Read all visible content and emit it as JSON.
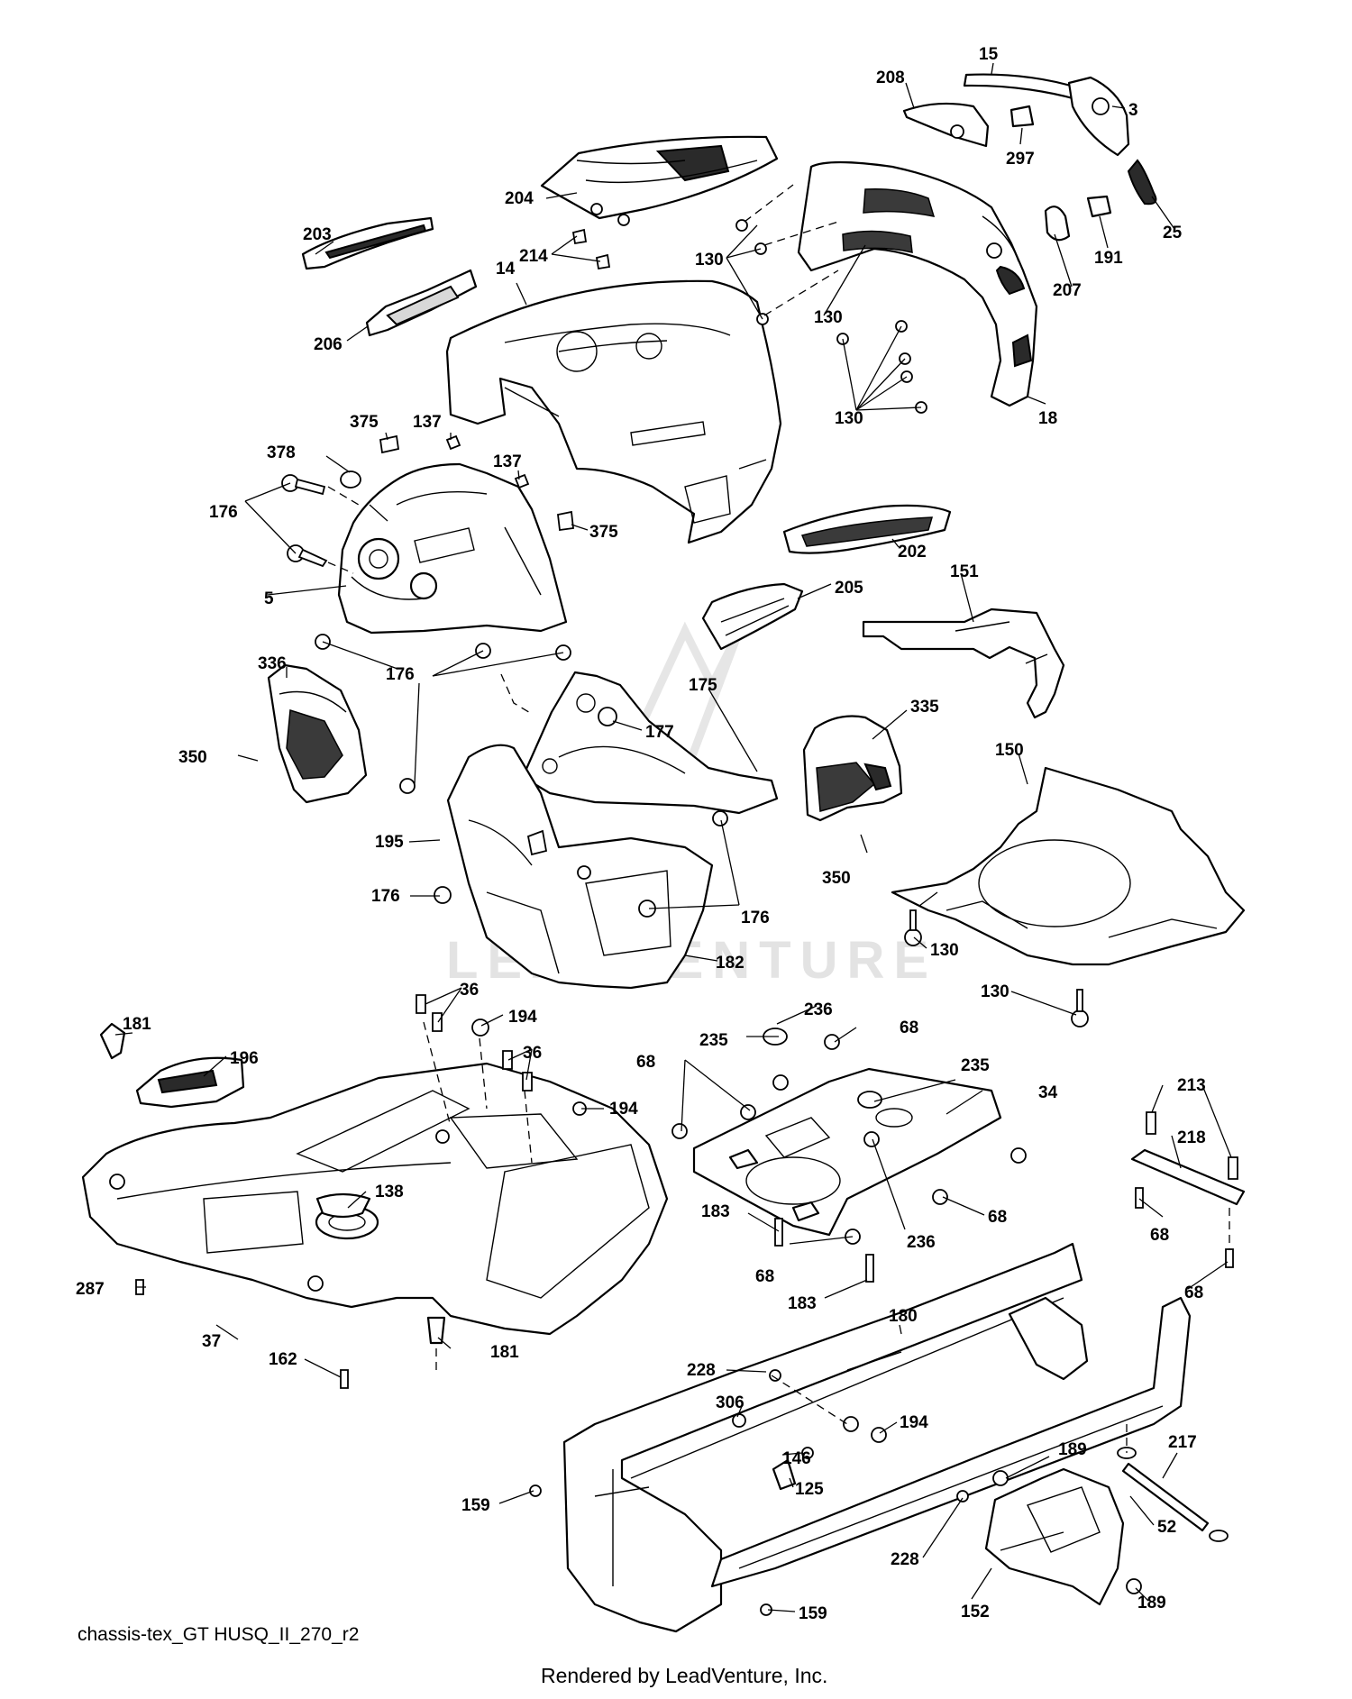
{
  "watermark_text": "LEADVENTURE",
  "footer": {
    "drawing_code": "chassis-tex_GT HUSQ_II_270_r2",
    "credit": "Rendered by LeadVenture, Inc."
  },
  "callouts": [
    "15",
    "208",
    "3",
    "297",
    "204",
    "25",
    "203",
    "191",
    "130",
    "214",
    "207",
    "14",
    "130",
    "206",
    "130",
    "18",
    "375",
    "137",
    "378",
    "137",
    "176",
    "375",
    "202",
    "5",
    "205",
    "151",
    "336",
    "176",
    "175",
    "177",
    "335",
    "350",
    "150",
    "195",
    "350",
    "176",
    "176",
    "130",
    "182",
    "130",
    "36",
    "236",
    "68",
    "181",
    "194",
    "235",
    "196",
    "36",
    "68",
    "235",
    "194",
    "34",
    "213",
    "218",
    "138",
    "183",
    "68",
    "236",
    "68",
    "287",
    "68",
    "183",
    "68",
    "37",
    "181",
    "180",
    "162",
    "228",
    "306",
    "194",
    "146",
    "189",
    "217",
    "125",
    "159",
    "52",
    "228",
    "189",
    "152",
    "159"
  ]
}
